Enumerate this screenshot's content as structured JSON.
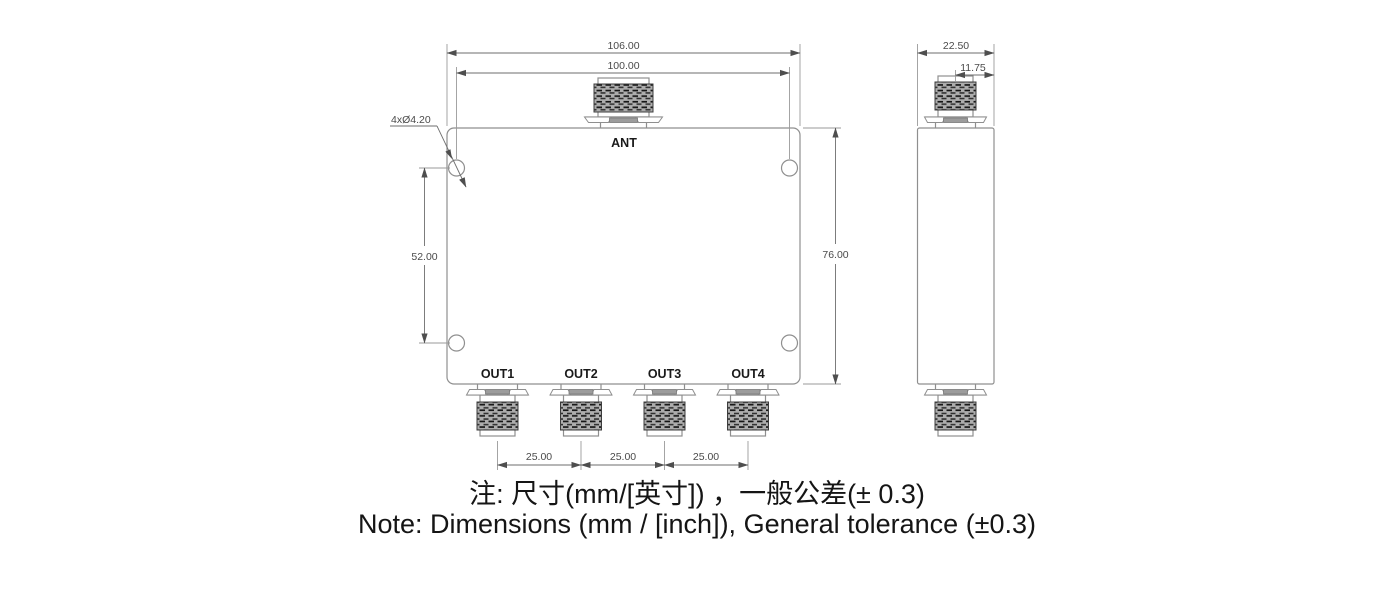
{
  "front_view": {
    "ant_label": "ANT",
    "out_labels": [
      "OUT1",
      "OUT2",
      "OUT3",
      "OUT4"
    ],
    "dim_overall_width": "106.00",
    "dim_hole_span": "100.00",
    "dim_hole_vertical": "52.00",
    "dim_height": "76.00",
    "hole_callout": "4xØ4.20",
    "dim_pitch": [
      "25.00",
      "25.00",
      "25.00"
    ]
  },
  "side_view": {
    "dim_depth": "22.50",
    "dim_offset": "11.75"
  },
  "notes": {
    "zh": "注: 尺寸(mm/[英寸]) ，一般公差(± 0.3)",
    "en": "Note: Dimensions (mm / [inch]), General tolerance (±0.3)"
  },
  "colors": {
    "object_line": "#8f8f8f",
    "dimension_line": "#6e6e6e",
    "dimension_text": "#4a4a4a",
    "label_text": "#1a1a1a",
    "note_text": "#151515",
    "thread_fill": "#adadad"
  }
}
